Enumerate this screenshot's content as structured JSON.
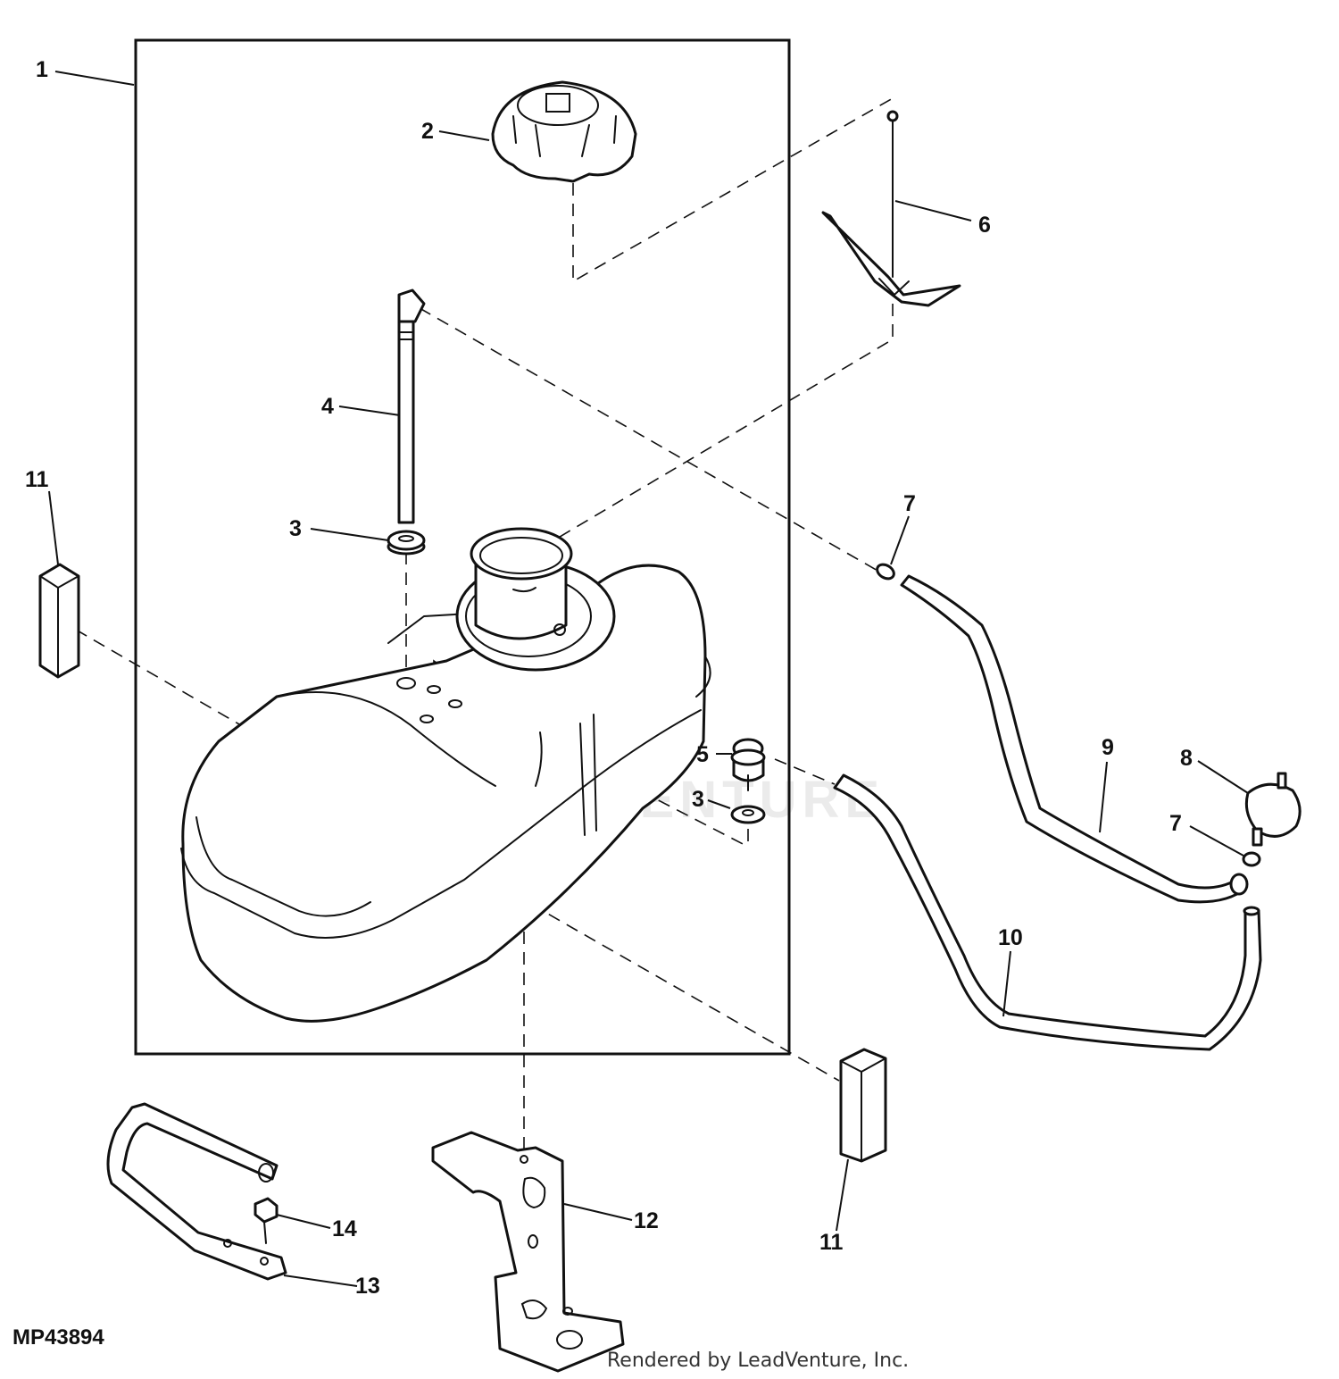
{
  "diagram": {
    "drawing_id": "MP43894",
    "credit": "Rendered by LeadVenture, Inc.",
    "watermark": "LEADVENTURE",
    "callouts": [
      {
        "id": "c1",
        "label": "1"
      },
      {
        "id": "c2",
        "label": "2"
      },
      {
        "id": "c3a",
        "label": "3"
      },
      {
        "id": "c3b",
        "label": "3"
      },
      {
        "id": "c4",
        "label": "4"
      },
      {
        "id": "c5",
        "label": "5"
      },
      {
        "id": "c6",
        "label": "6"
      },
      {
        "id": "c7a",
        "label": "7"
      },
      {
        "id": "c7b",
        "label": "7"
      },
      {
        "id": "c8",
        "label": "8"
      },
      {
        "id": "c9",
        "label": "9"
      },
      {
        "id": "c10",
        "label": "10"
      },
      {
        "id": "c11a",
        "label": "11"
      },
      {
        "id": "c11b",
        "label": "11"
      },
      {
        "id": "c12",
        "label": "12"
      },
      {
        "id": "c13",
        "label": "13"
      },
      {
        "id": "c14",
        "label": "14"
      }
    ]
  }
}
